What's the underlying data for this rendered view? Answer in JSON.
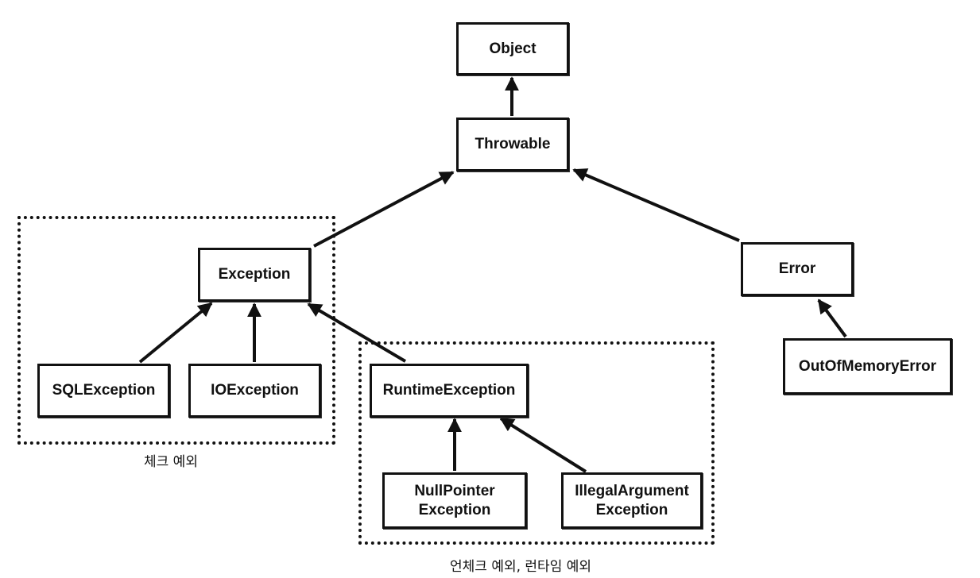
{
  "diagram": {
    "nodes": {
      "object": "Object",
      "throwable": "Throwable",
      "exception": "Exception",
      "error": "Error",
      "sql_exception": "SQLException",
      "io_exception": "IOException",
      "runtime_exception": "RuntimeException",
      "out_of_memory_error": "OutOfMemoryError",
      "null_pointer_exception": "NullPointer\nException",
      "illegal_argument_exception": "IllegalArgument\nException"
    },
    "groups": {
      "checked": "체크 예외",
      "unchecked": "언체크 예외, 런타임 예외"
    },
    "edges": [
      {
        "from": "throwable",
        "to": "object"
      },
      {
        "from": "exception",
        "to": "throwable"
      },
      {
        "from": "error",
        "to": "throwable"
      },
      {
        "from": "sql_exception",
        "to": "exception"
      },
      {
        "from": "io_exception",
        "to": "exception"
      },
      {
        "from": "runtime_exception",
        "to": "exception"
      },
      {
        "from": "out_of_memory_error",
        "to": "error"
      },
      {
        "from": "null_pointer_exception",
        "to": "runtime_exception"
      },
      {
        "from": "illegal_argument_exception",
        "to": "runtime_exception"
      }
    ],
    "colors": {
      "stroke": "#111111",
      "background": "#ffffff"
    }
  }
}
